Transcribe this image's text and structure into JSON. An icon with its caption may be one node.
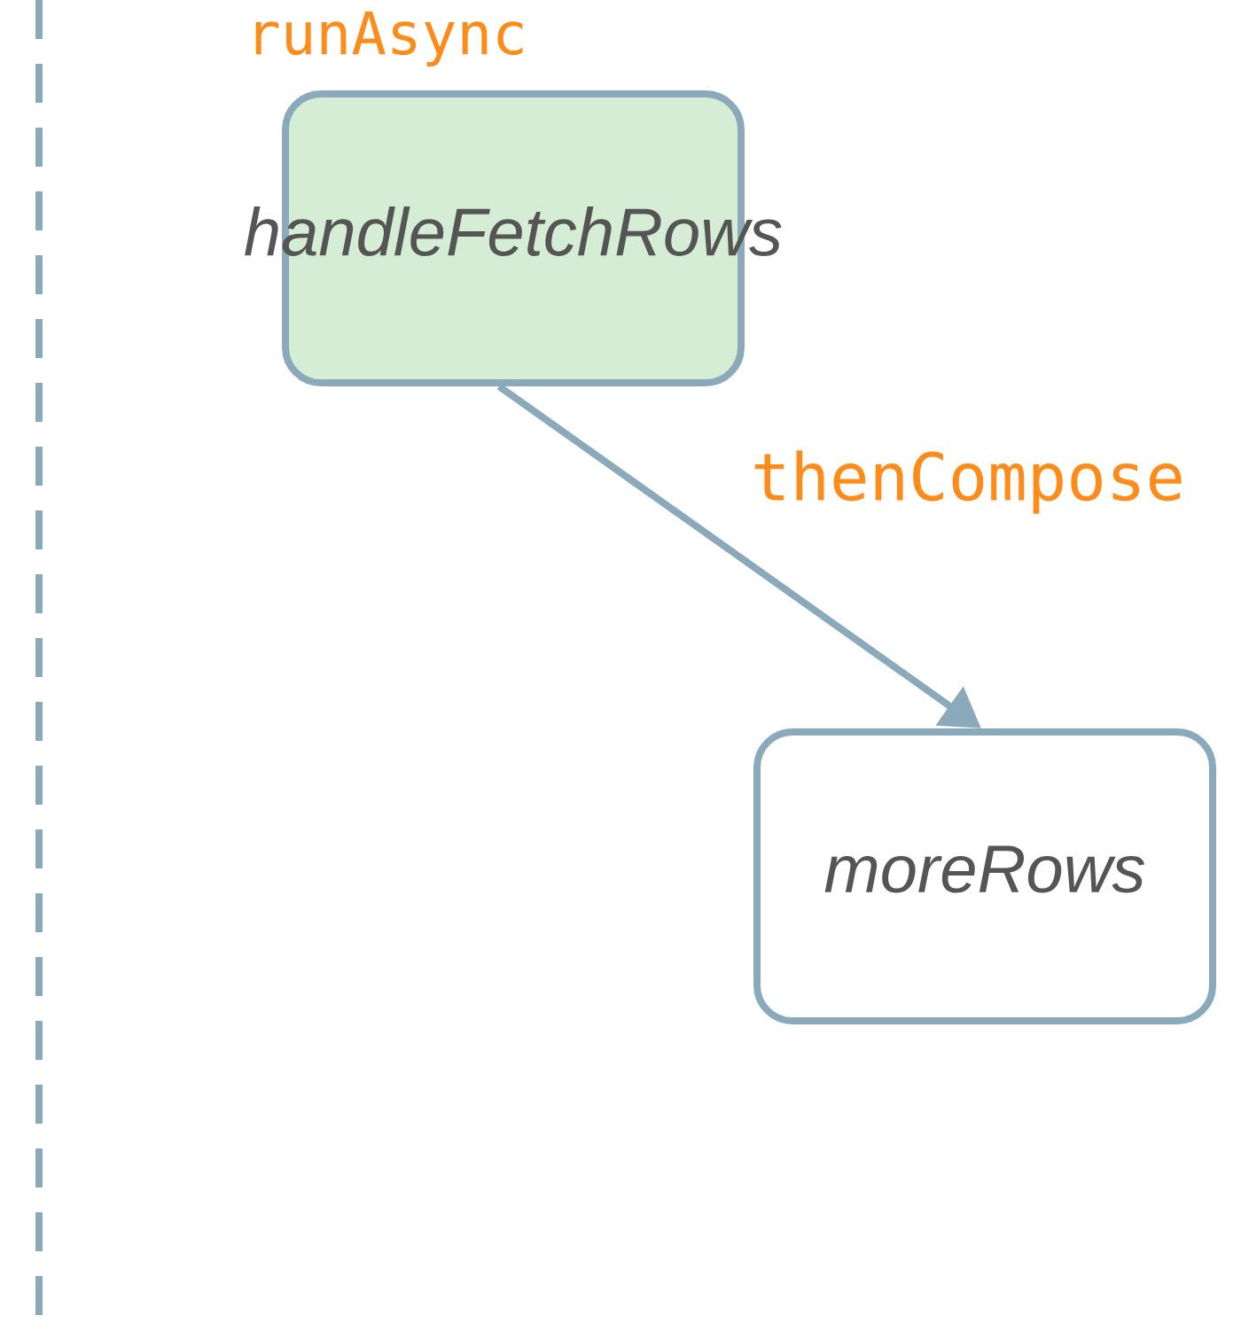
{
  "diagram": {
    "nodes": [
      {
        "text": [
          "handleFetchRows"
        ]
      },
      {
        "text": [
          "moreRows"
        ]
      }
    ],
    "edges": [
      {
        "from": 0,
        "to": 1,
        "arrow": "to",
        "label": "thenCompose"
      }
    ],
    "labels": [
      "runAsync"
    ]
  }
}
